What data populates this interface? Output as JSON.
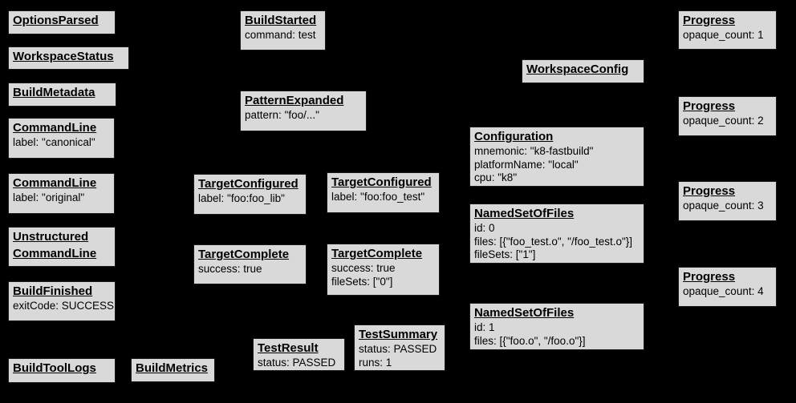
{
  "diagram": {
    "description": "Bazel Build Event Protocol event graph",
    "colors": {
      "background": "#000000",
      "box_fill": "#d9d9d9",
      "box_border": "#1a1a1a",
      "text": "#000000"
    }
  },
  "boxes": {
    "options_parsed": {
      "title": "OptionsParsed",
      "lines": []
    },
    "workspace_status": {
      "title": "WorkspaceStatus",
      "lines": []
    },
    "build_metadata": {
      "title": "BuildMetadata",
      "lines": []
    },
    "command_line_canonical": {
      "title": "CommandLine",
      "lines": [
        "label: \"canonical\""
      ]
    },
    "command_line_original": {
      "title": "CommandLine",
      "lines": [
        "label: \"original\""
      ]
    },
    "unstructured_command_line": {
      "title": "Unstructured CommandLine",
      "lines": []
    },
    "build_finished": {
      "title": "BuildFinished",
      "lines": [
        "exitCode: SUCCESS"
      ]
    },
    "build_tool_logs": {
      "title": "BuildToolLogs",
      "lines": []
    },
    "build_metrics": {
      "title": "BuildMetrics",
      "lines": []
    },
    "build_started": {
      "title": "BuildStarted",
      "lines": [
        "command: test"
      ]
    },
    "pattern_expanded": {
      "title": "PatternExpanded",
      "lines": [
        "pattern: \"foo/...\""
      ]
    },
    "target_configured_lib": {
      "title": "TargetConfigured",
      "lines": [
        "label: \"foo:foo_lib\""
      ]
    },
    "target_configured_test": {
      "title": "TargetConfigured",
      "lines": [
        "label: \"foo:foo_test\""
      ]
    },
    "target_complete_lib": {
      "title": "TargetComplete",
      "lines": [
        "success: true"
      ]
    },
    "target_complete_test": {
      "title": "TargetComplete",
      "lines": [
        "success: true",
        "fileSets: [\"0\"]"
      ]
    },
    "test_result": {
      "title": "TestResult",
      "lines": [
        "status: PASSED"
      ]
    },
    "test_summary": {
      "title": "TestSummary",
      "lines": [
        "status: PASSED",
        "runs: 1"
      ]
    },
    "workspace_config": {
      "title": "WorkspaceConfig",
      "lines": []
    },
    "configuration": {
      "title": "Configuration",
      "lines": [
        "mnemonic: \"k8-fastbuild\"",
        "platformName: \"local\"",
        "cpu: \"k8\""
      ]
    },
    "named_set_of_files_0": {
      "title": "NamedSetOfFiles",
      "lines": [
        "id: 0",
        "files: [{\"foo_test.o\", \"/foo_test.o\"}]",
        "fileSets: [\"1\"]"
      ]
    },
    "named_set_of_files_1": {
      "title": "NamedSetOfFiles",
      "lines": [
        "id: 1",
        "files: [{\"foo.o\", \"/foo.o\"}]"
      ]
    },
    "progress_1": {
      "title": "Progress",
      "lines": [
        "opaque_count: 1"
      ]
    },
    "progress_2": {
      "title": "Progress",
      "lines": [
        "opaque_count: 2"
      ]
    },
    "progress_3": {
      "title": "Progress",
      "lines": [
        "opaque_count: 3"
      ]
    },
    "progress_4": {
      "title": "Progress",
      "lines": [
        "opaque_count: 4"
      ]
    }
  }
}
